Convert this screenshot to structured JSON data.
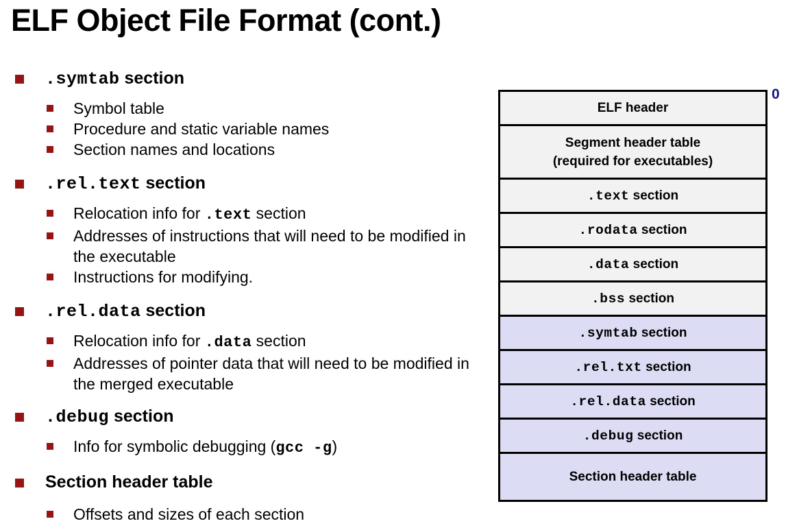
{
  "slide": {
    "title": "ELF Object File Format (cont.)",
    "bullet_color": "#951515",
    "diagram_gray": "#f2f2f2",
    "diagram_blue": "#dcdcf4",
    "offset_label_color": "#17177a"
  },
  "outline": [
    {
      "heading_mono": ".symtab",
      "heading_tail": " section",
      "subs": [
        {
          "pre": "Symbol table",
          "mono": "",
          "post": ""
        },
        {
          "pre": "Procedure and static variable names",
          "mono": "",
          "post": ""
        },
        {
          "pre": "Section names and locations",
          "mono": "",
          "post": ""
        }
      ]
    },
    {
      "heading_mono": ".rel.text",
      "heading_tail": " section",
      "subs": [
        {
          "pre": "Relocation info for ",
          "mono": ".text",
          "post": " section"
        },
        {
          "pre": "Addresses of instructions that will need to be modified in the executable",
          "mono": "",
          "post": ""
        },
        {
          "pre": "Instructions for modifying.",
          "mono": "",
          "post": ""
        }
      ]
    },
    {
      "heading_mono": ".rel.data",
      "heading_tail": " section",
      "subs": [
        {
          "pre": "Relocation info for ",
          "mono": ".data",
          "post": " section"
        },
        {
          "pre": "Addresses of pointer data that will need to be modified in the merged executable",
          "mono": "",
          "post": ""
        }
      ]
    },
    {
      "heading_mono": ".debug",
      "heading_tail": " section",
      "subs": [
        {
          "pre": "Info for symbolic debugging (",
          "mono": "gcc  -g",
          "post": ")"
        }
      ]
    },
    {
      "heading_mono": "",
      "heading_tail": "Section header table",
      "subs": [
        {
          "pre": "Offsets and sizes of each section",
          "mono": "",
          "post": ""
        }
      ]
    }
  ],
  "diagram": {
    "offset_label": "0",
    "rows": [
      {
        "mono": "",
        "tail": "ELF header",
        "tail2": "",
        "fill": "gray",
        "height": "h-50"
      },
      {
        "mono": "",
        "tail": "Segment header table",
        "tail2": "(required for executables)",
        "fill": "gray",
        "height": "h-78"
      },
      {
        "mono": ".text",
        "tail": " section",
        "tail2": "",
        "fill": "gray",
        "height": "h-50"
      },
      {
        "mono": ".rodata",
        "tail": " section",
        "tail2": "",
        "fill": "gray",
        "height": "h-50"
      },
      {
        "mono": ".data",
        "tail": " section",
        "tail2": "",
        "fill": "gray",
        "height": "h-50"
      },
      {
        "mono": ".bss",
        "tail": " section",
        "tail2": "",
        "fill": "gray",
        "height": "h-50"
      },
      {
        "mono": ".symtab",
        "tail": " section",
        "tail2": "",
        "fill": "blue",
        "height": "h-50"
      },
      {
        "mono": ".rel.txt",
        "tail": " section",
        "tail2": "",
        "fill": "blue",
        "height": "h-50"
      },
      {
        "mono": ".rel.data",
        "tail": " section",
        "tail2": "",
        "fill": "blue",
        "height": "h-50"
      },
      {
        "mono": ".debug",
        "tail": " section",
        "tail2": "",
        "fill": "blue",
        "height": "h-50"
      },
      {
        "mono": "",
        "tail": "Section header table",
        "tail2": "",
        "fill": "blue",
        "height": "h-67"
      }
    ]
  }
}
